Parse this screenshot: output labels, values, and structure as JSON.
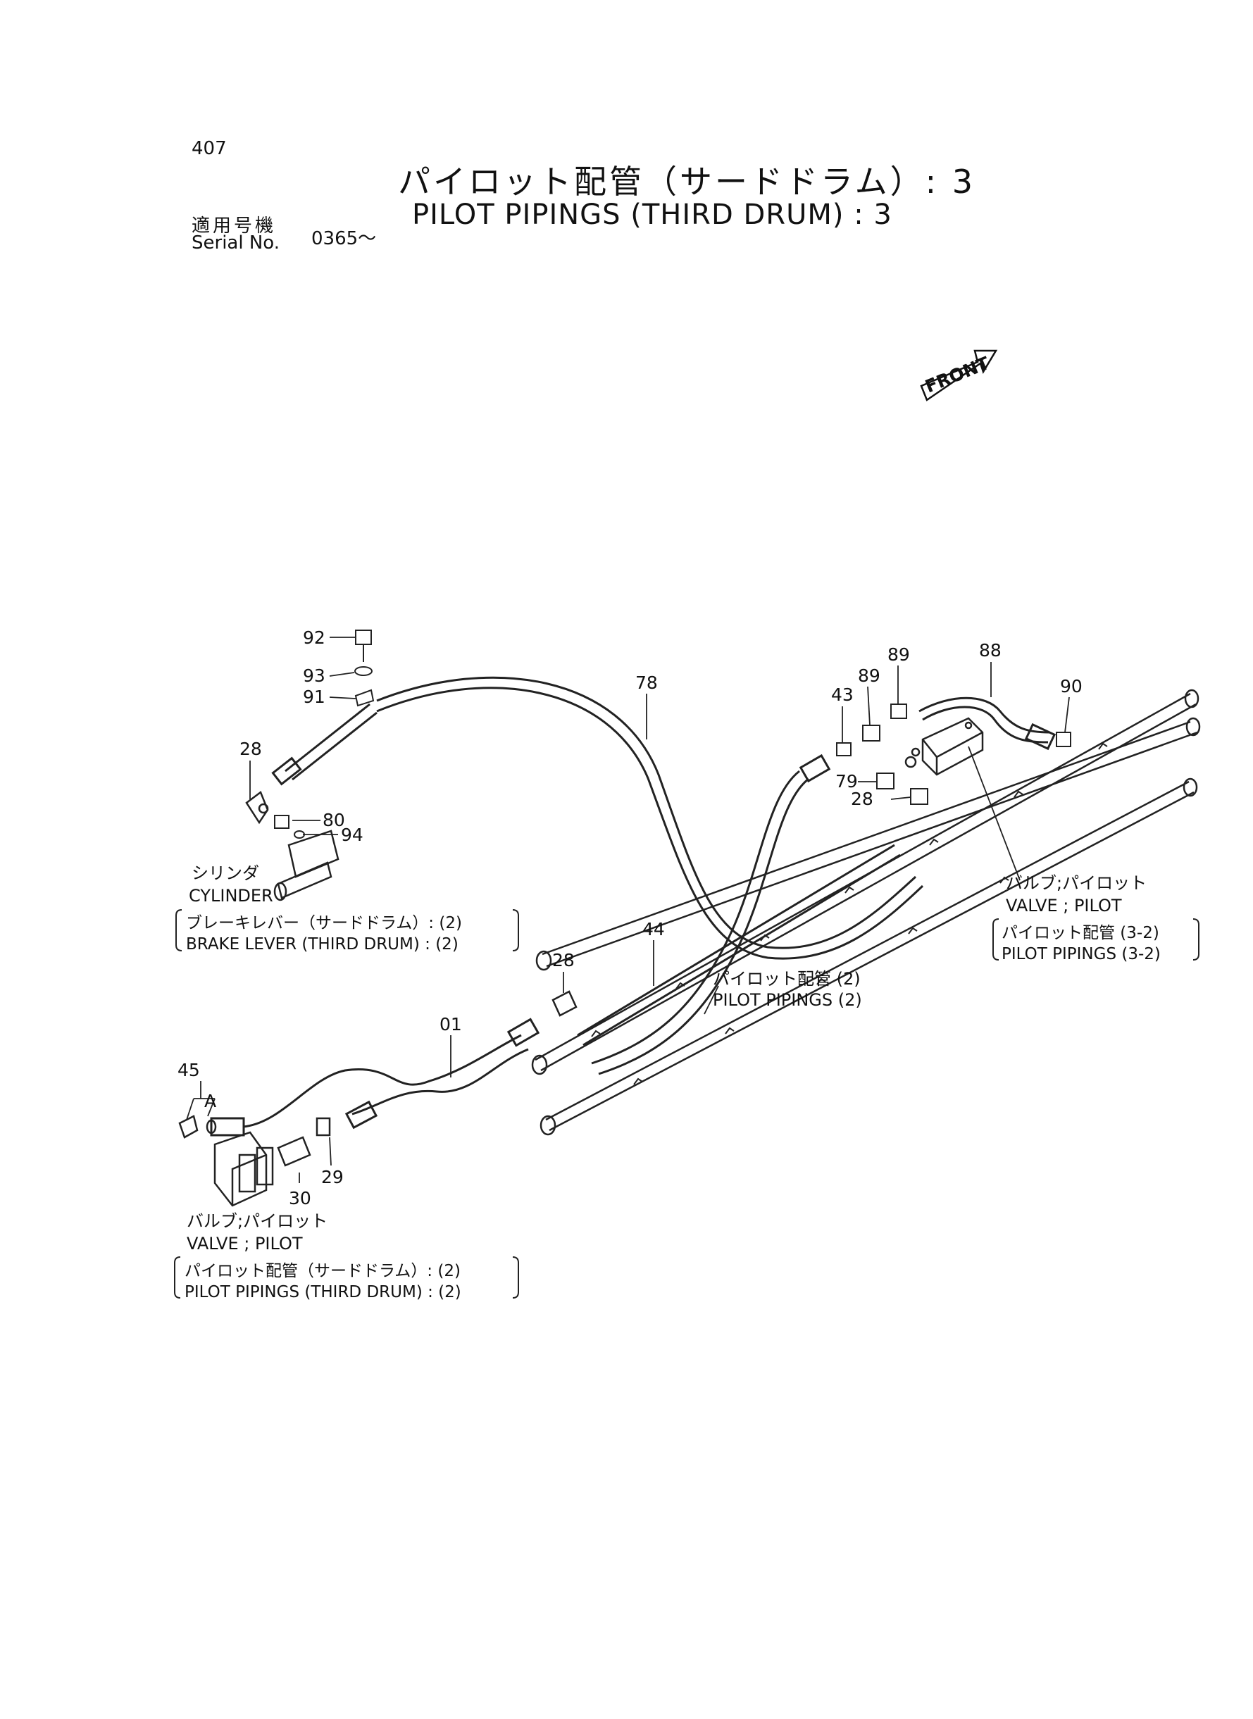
{
  "header": {
    "page_number": "407",
    "title_jp": "パイロット配管（サードドラム）: 3",
    "title_en": "PILOT PIPINGS (THIRD DRUM) : 3",
    "serial_label_jp": "適用号機",
    "serial_label_en": "Serial No.",
    "serial_value": "0365～"
  },
  "front_marker": "FRONT",
  "callouts": {
    "c92": "92",
    "c93": "93",
    "c91": "91",
    "c78": "78",
    "c28a": "28",
    "c80": "80",
    "c94": "94",
    "c43": "43",
    "c89a": "89",
    "c89b": "89",
    "c88": "88",
    "c90": "90",
    "c79": "79",
    "c28b": "28",
    "c44": "44",
    "c28c": "28",
    "c01": "01",
    "c45": "45",
    "cA": "A",
    "c30": "30",
    "c29": "29"
  },
  "notes": {
    "cylinder_jp": "シリンダ",
    "cylinder_en": "CYLINDER",
    "brake_ref_jp": "ブレーキレバー（サードドラム）: (2)",
    "brake_ref_en": "BRAKE LEVER (THIRD DRUM) : (2)",
    "valve_right_jp": "バルブ;パイロット",
    "valve_right_en": "VALVE ; PILOT",
    "valve_right_ref_jp": "パイロット配管  (3-2)",
    "valve_right_ref_en": "PILOT PIPINGS (3-2)",
    "pilot_piping_jp": "パイロット配管  (2)",
    "pilot_piping_en": "PILOT PIPINGS (2)",
    "valve_left_jp": "バルブ;パイロット",
    "valve_left_en": "VALVE ; PILOT",
    "valve_left_ref_jp": "パイロット配管（サードドラム）: (2)",
    "valve_left_ref_en": "PILOT PIPINGS (THIRD DRUM) : (2)"
  }
}
